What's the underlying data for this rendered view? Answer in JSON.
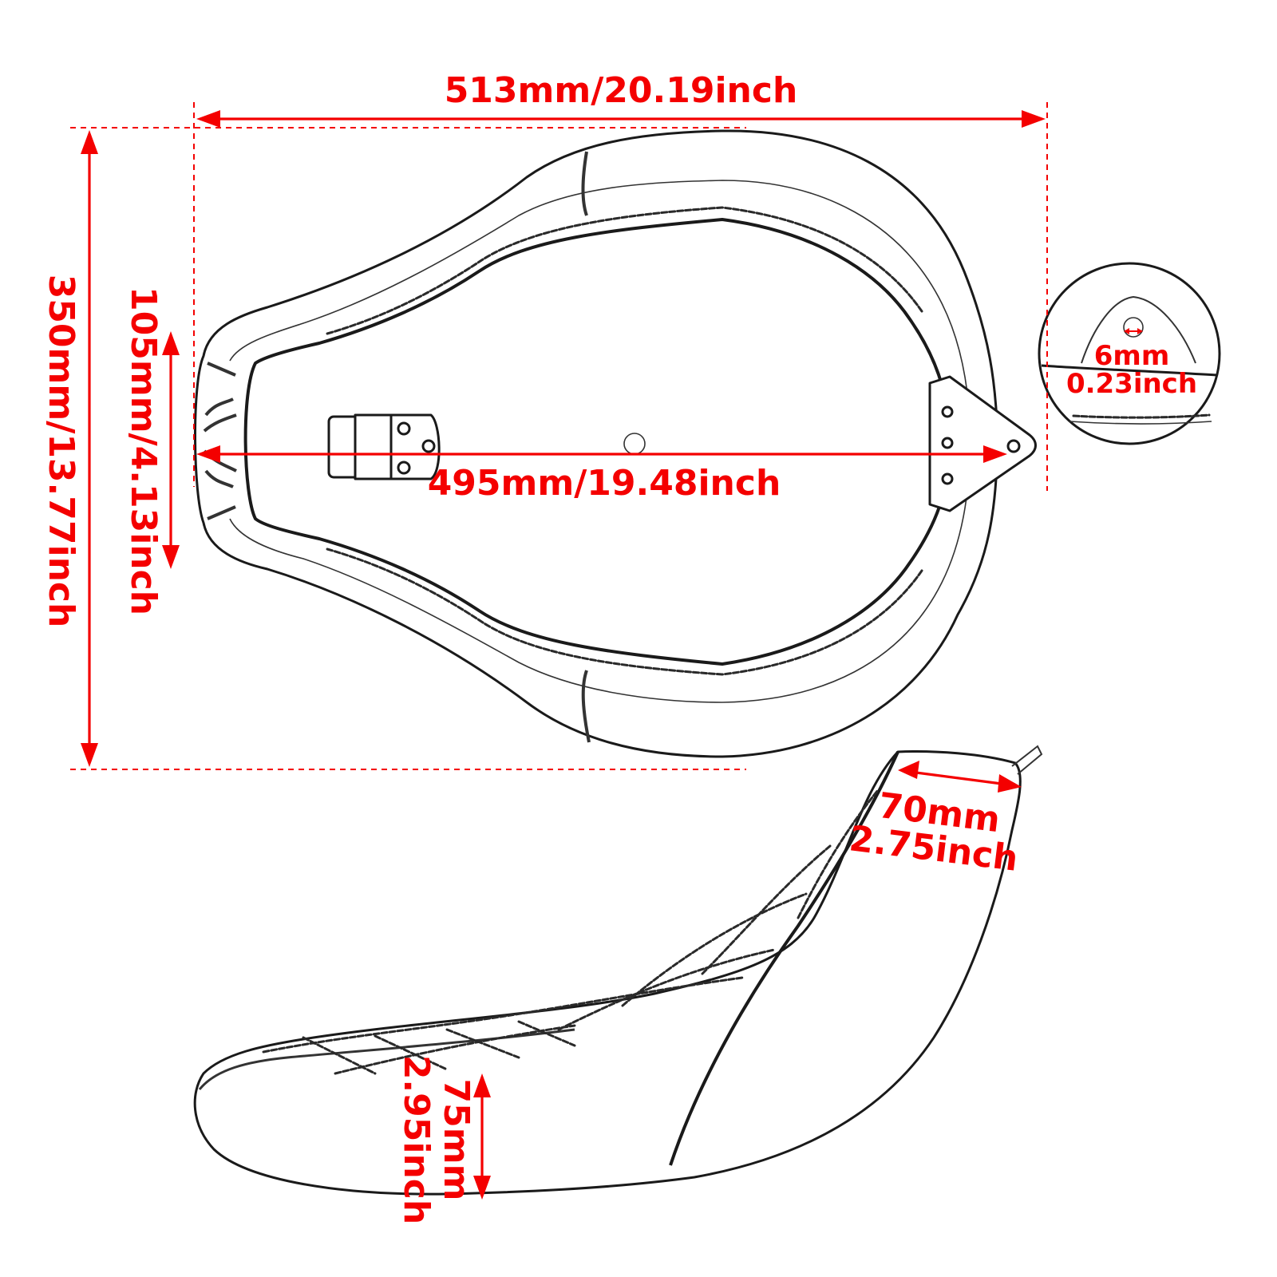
{
  "dimensions": {
    "overall_width": "513mm/20.19inch",
    "overall_depth": "350mm/13.77inch",
    "nose_width": "105mm/4.13inch",
    "base_length": "495mm/19.48inch",
    "bolt_hole_mm": "6mm",
    "bolt_hole_inch": "0.23inch",
    "front_width_mm": "70mm",
    "front_width_inch": "2.75inch",
    "rear_height_mm": "75mm",
    "rear_height_inch": "2.95inch"
  },
  "colors": {
    "dimension": "#f40000",
    "outline": "#1a1a1a",
    "background": "#ffffff"
  }
}
